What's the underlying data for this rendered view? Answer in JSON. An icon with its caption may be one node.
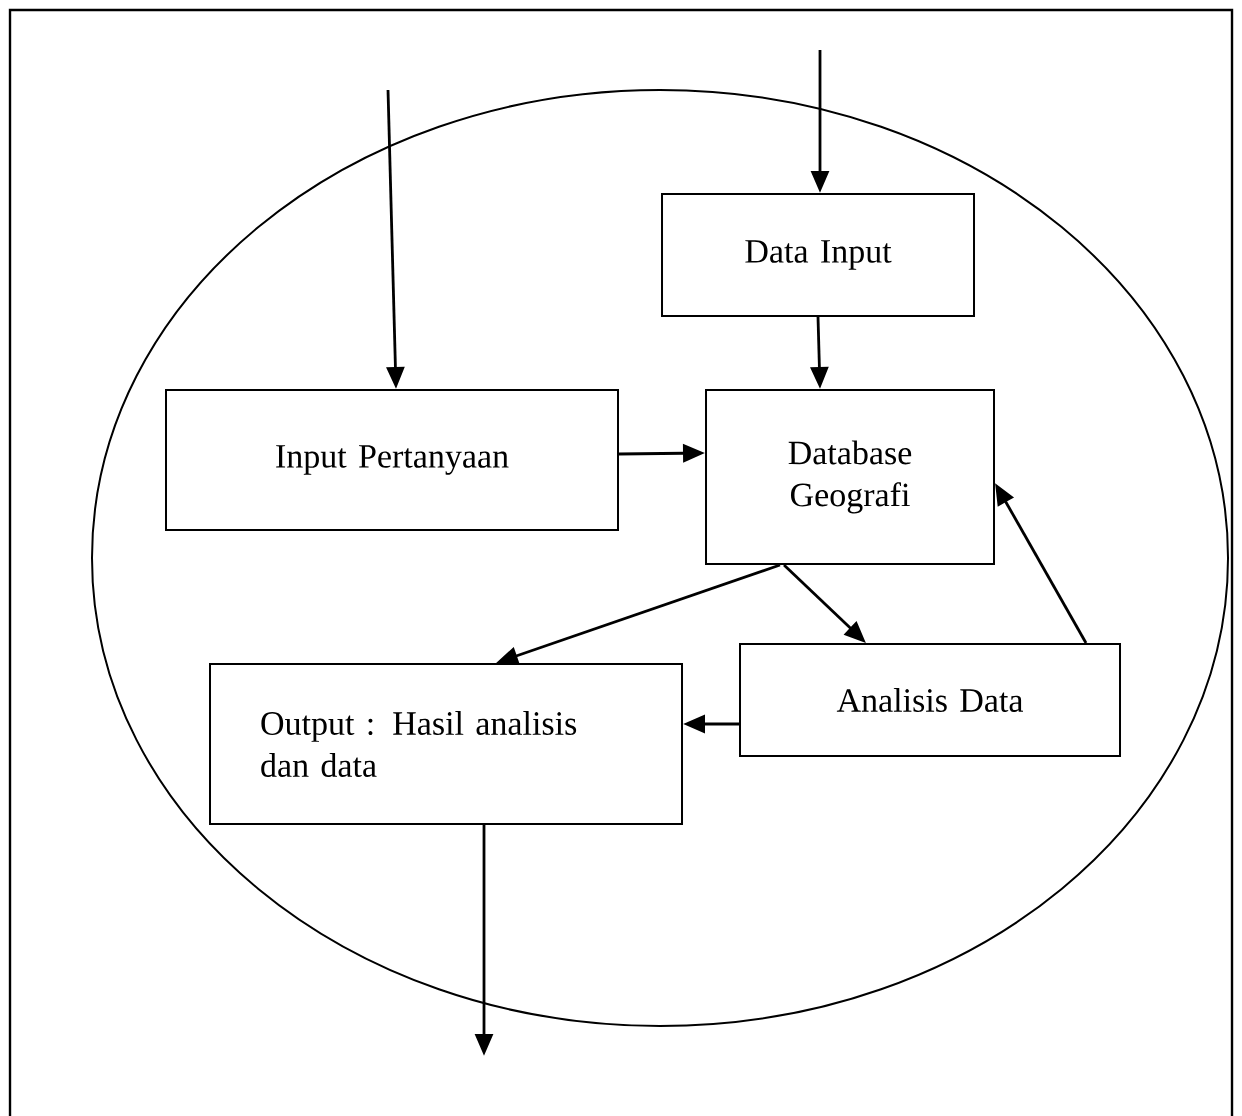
{
  "diagram": {
    "nodes": [
      {
        "text": [],
        "shape": "ellipse"
      },
      {
        "text": [
          "Data Input"
        ],
        "in": 0
      },
      {
        "text": [
          "Input Pertanyaan"
        ],
        "in": 0
      },
      {
        "text": [
          "Database Geografi"
        ],
        "in": 0
      },
      {
        "text": [
          "Analisis Data"
        ],
        "in": 0
      },
      {
        "text": [
          "Output : Hasil analisis dan data"
        ],
        "in": 0
      }
    ],
    "edges": [
      {
        "from": null,
        "to": 1,
        "arrow": "to"
      },
      {
        "from": null,
        "to": 2,
        "arrow": "to"
      },
      {
        "from": 1,
        "to": 3,
        "arrow": "to"
      },
      {
        "from": 2,
        "to": 3,
        "arrow": "to"
      },
      {
        "from": 3,
        "to": 5,
        "arrow": "to"
      },
      {
        "from": 3,
        "to": 4,
        "arrow": "to"
      },
      {
        "from": 4,
        "to": 3,
        "arrow": "to"
      },
      {
        "from": 4,
        "to": 5,
        "arrow": "to"
      },
      {
        "from": 5,
        "to": null,
        "arrow": "to"
      }
    ]
  }
}
